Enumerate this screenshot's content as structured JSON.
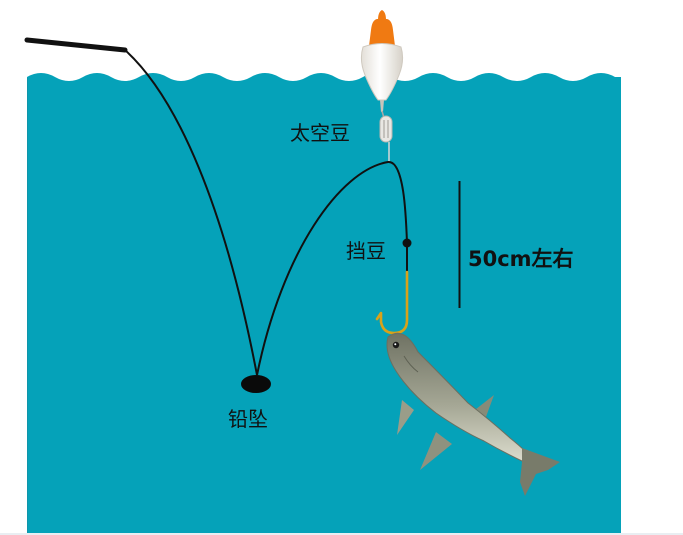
{
  "labels": {
    "space_bean": "太空豆",
    "stop_bean": "挡豆",
    "distance": "50cm左右",
    "sinker": "铅坠"
  },
  "colors": {
    "water": "#05a2b9",
    "water_edge": "#0e95aa",
    "line": "#111111",
    "float_tip": "#f07a12",
    "float_body": "#f4f2ef",
    "hook": "#d8a21a",
    "fish": "#8a8c78"
  },
  "icons": {
    "rod": "fishing-rod-icon",
    "float": "float-bobber-icon",
    "space_bean": "space-bean-icon",
    "stop_bean": "stop-bean-dot-icon",
    "sinker": "lead-sinker-icon",
    "hook": "fish-hook-icon",
    "fish": "fish-icon"
  }
}
